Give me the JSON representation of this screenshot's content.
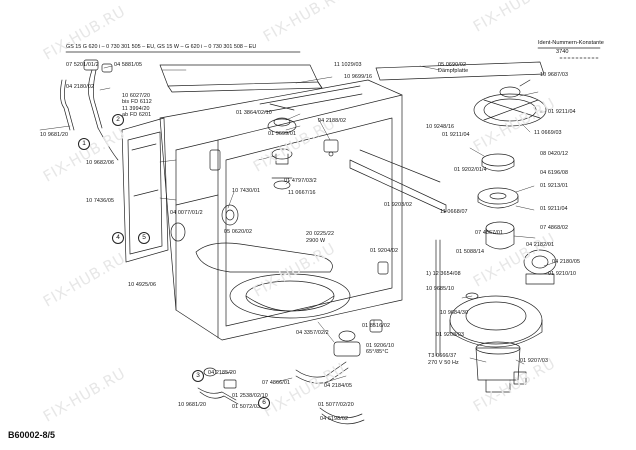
{
  "header": {
    "models": "GS 15  G 620 i – 0 730 301 505 – EU,  GS 15 W – G 620 i – 0 730 301 508 – EU",
    "ident_label": "Ident-Nummern-Konstante",
    "ident_value": "3740"
  },
  "document_number": "B60002-8/5",
  "watermark": "FIX-HUB.RU",
  "labels": [
    "07 5201/01/2",
    "04 5881/05",
    "04 2180/02",
    "10 9681/20",
    "10 6027/20",
    "bis FD 6112",
    "11 3994/20",
    "ab FD 6201",
    "10 9682/06",
    "10 7436/05",
    "04 0077/01/2",
    "10 4925/06",
    "10 7430/01",
    "05 0620/02",
    "11 1029/03",
    "10 9699/16",
    "05 0690/02",
    "Dämpfplatte",
    "10 9687/03",
    "01 9211/04",
    "11 0669/03",
    "01 3864/02/10",
    "01 9699/01",
    "04 2188/02",
    "10 9248/16",
    "01 9211/04",
    "08 0420/12",
    "04 6196/08",
    "01 9213/01",
    "01 9202/01/4",
    "01 4797/03/2",
    "11 0667/16",
    "01 9203/02",
    "11 0668/07",
    "01 9211/04",
    "07 4868/02",
    "07 4867/01",
    "01 5088/14",
    "20 0225/22",
    "2900 W",
    "01 9204/02",
    "04 2182/01",
    "04 2180/05",
    "1) 12 3654/08",
    "01 9210/10",
    "10 9685/10",
    "10 9684/30",
    "01 9208/03",
    "01 8516/02",
    "01 9206/10",
    "65°/85°C",
    "04 3357/02/2",
    "T3 0666/37",
    "270 V 50 Hz",
    "01 9207/03",
    "04 2185/20",
    "07 4866/01",
    "04 2184/05",
    "01 2538/02/10",
    "01 5072/03",
    "01 5077/02/20",
    "10 9681/20",
    "04 6198/02"
  ],
  "callouts": [
    "1",
    "2",
    "3",
    "4",
    "5",
    "6"
  ]
}
